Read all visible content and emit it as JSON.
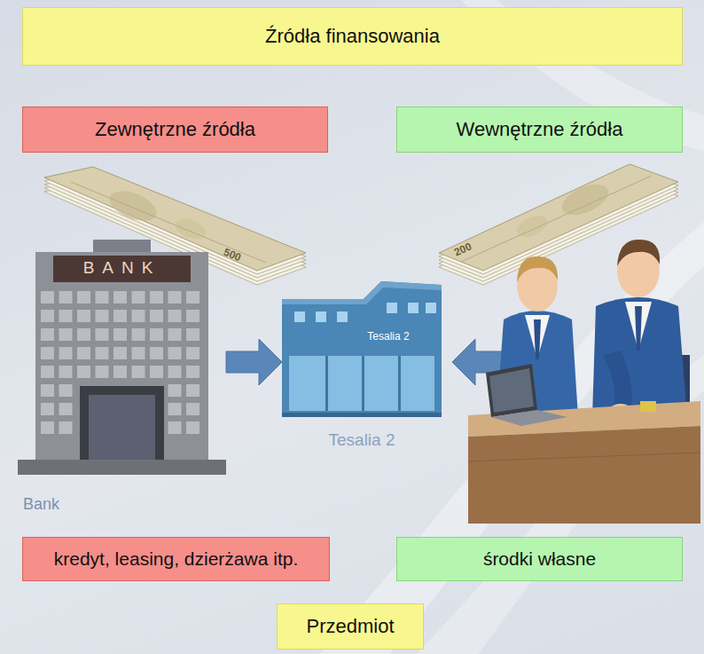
{
  "diagram": {
    "nodes": [
      {
        "text": [
          "Źródła finansowania"
        ]
      },
      {
        "text": [
          "Zewnętrzne źródła"
        ]
      },
      {
        "text": [
          "Wewnętrzne źródła"
        ]
      },
      {
        "text": [
          "BANK",
          "Bank"
        ]
      },
      {
        "text": [
          "Tesalia 2",
          "Tesalia 2"
        ]
      },
      {
        "text": [
          "kredyt, leasing, dzierżawa itp."
        ]
      },
      {
        "text": [
          "środki własne"
        ]
      },
      {
        "text": [
          "Przedmiot"
        ]
      }
    ],
    "edges": [
      {
        "from": 3,
        "to": 4,
        "arrow": "to"
      }
    ],
    "labels": [
      "500",
      "200"
    ]
  }
}
